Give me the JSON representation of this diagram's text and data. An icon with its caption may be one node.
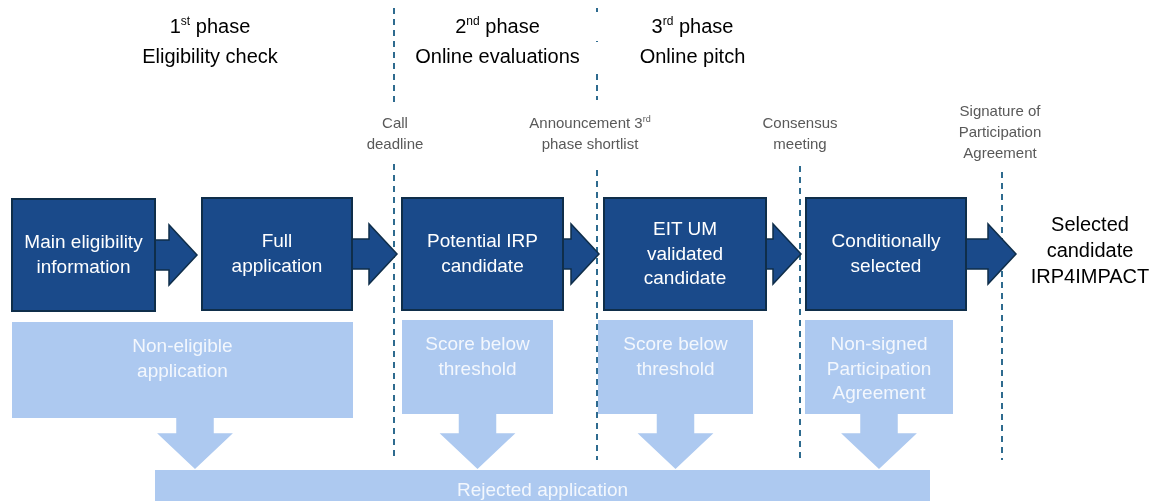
{
  "diagram": {
    "nodes": [
      {
        "text": [
          "Main eligibility information"
        ]
      },
      {
        "text": [
          "Full application"
        ]
      },
      {
        "text": [
          "Potential IRP candidate"
        ]
      },
      {
        "text": [
          "EIT UM validated candidate"
        ]
      },
      {
        "text": [
          "Conditionally selected"
        ]
      },
      {
        "text": [
          "Selected candidate IRP4IMPACT"
        ]
      },
      {
        "text": [
          "Non-eligible application"
        ]
      },
      {
        "text": [
          "Score below threshold"
        ]
      },
      {
        "text": [
          "Score below threshold"
        ]
      },
      {
        "text": [
          "Non-signed Participation Agreement"
        ]
      },
      {
        "text": [
          "Rejected application"
        ]
      }
    ],
    "edges": [
      {
        "from": 0,
        "to": 1,
        "arrow": "to",
        "style": "thick"
      },
      {
        "from": 1,
        "to": 2,
        "arrow": "to",
        "style": "thick"
      },
      {
        "from": 2,
        "to": 3,
        "arrow": "to",
        "style": "thick"
      },
      {
        "from": 3,
        "to": 4,
        "arrow": "to",
        "style": "thick"
      },
      {
        "from": 4,
        "to": 5,
        "arrow": "to",
        "style": "thick"
      },
      {
        "from": 6,
        "to": 10,
        "arrow": "to",
        "style": "thick",
        "color": "#adc9f0"
      },
      {
        "from": 7,
        "to": 10,
        "arrow": "to",
        "style": "thick",
        "color": "#adc9f0"
      },
      {
        "from": 8,
        "to": 10,
        "arrow": "to",
        "style": "thick",
        "color": "#adc9f0"
      },
      {
        "from": 9,
        "to": 10,
        "arrow": "to",
        "style": "thick",
        "color": "#adc9f0"
      }
    ],
    "labels": [
      "1$^{st}$ phase",
      "Eligibility check",
      "2$^{nd}$ phase",
      "Online evaluations",
      "3$^{rd}$ phase",
      "Online pitch",
      "Call deadline",
      "Announcement 3$^{rd}$ phase shortlist",
      "Consensus meeting",
      "Signature of Participation Agreement"
    ]
  }
}
